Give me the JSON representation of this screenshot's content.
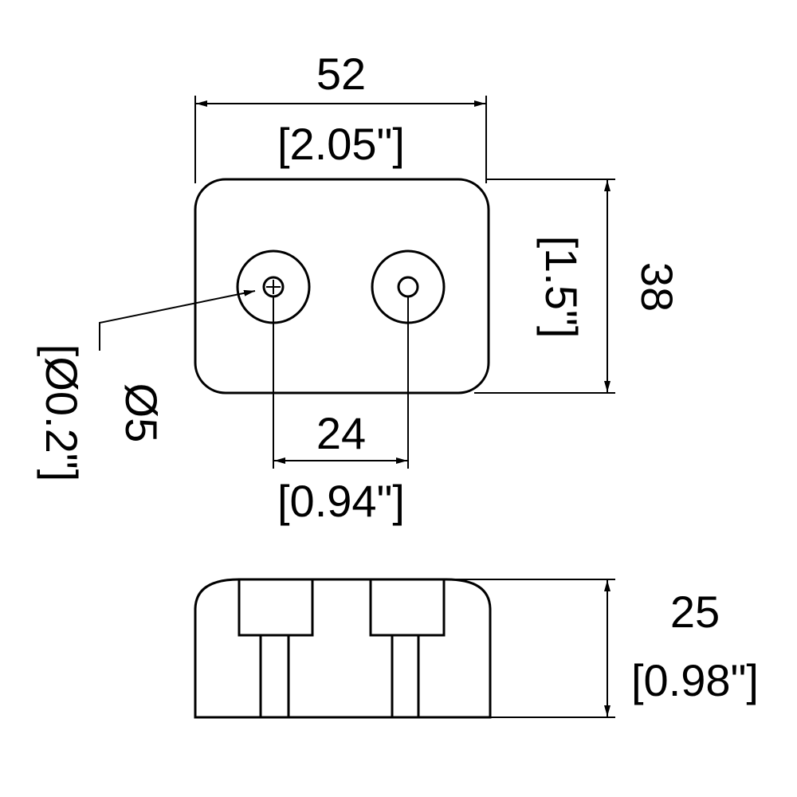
{
  "top_view": {
    "width_dimension": {
      "metric": "52",
      "imperial": "[2.05\"]"
    },
    "height_dimension": {
      "metric": "38",
      "imperial": "[1.5\"]"
    },
    "hole_spacing_dimension": {
      "metric": "24",
      "imperial": "[0.94\"]"
    },
    "hole_diameter_dimension": {
      "metric": "Ø5",
      "imperial": "[Ø0.2\"]"
    }
  },
  "side_view": {
    "thickness_dimension": {
      "metric": "25",
      "imperial": "[0.98\"]"
    }
  },
  "colors": {
    "line": "#000000",
    "background": "#ffffff"
  }
}
